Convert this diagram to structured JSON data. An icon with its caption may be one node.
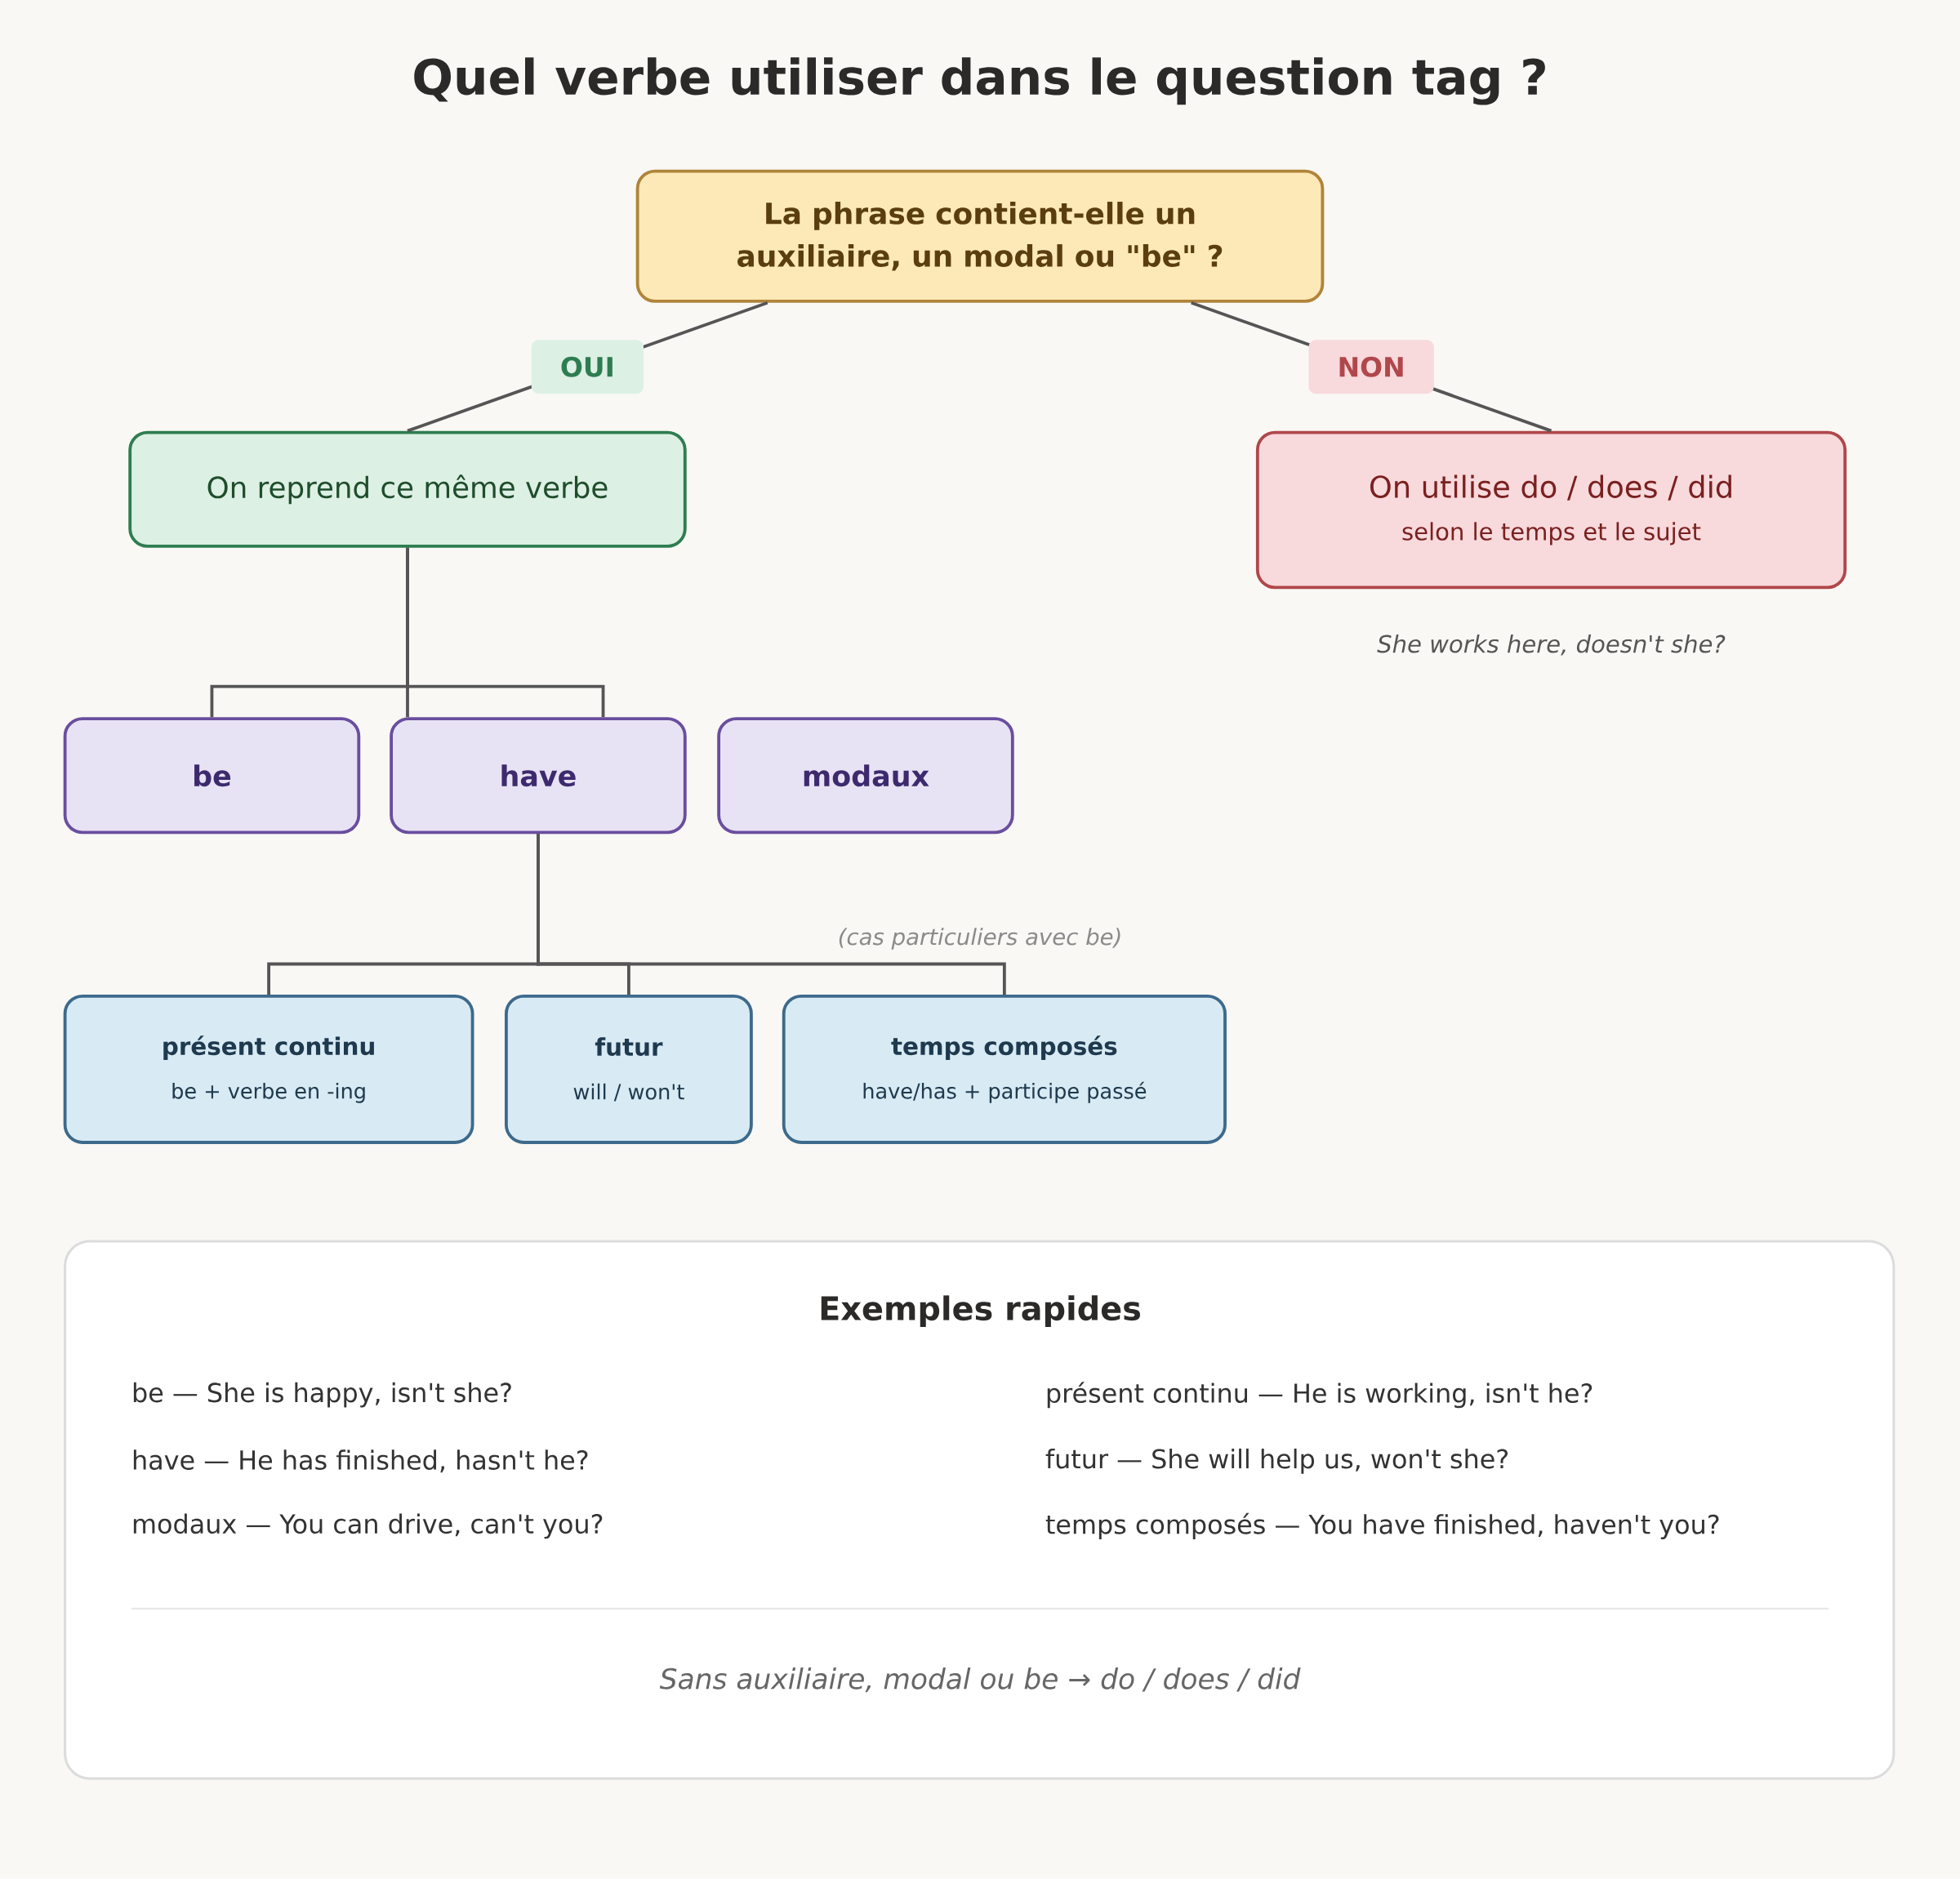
{
  "diagram": {
    "title": "Quel verbe utiliser dans le question tag ?",
    "nodes": [
      {
        "text": [
          "La phrase contient-elle un auxiliaire, un modal ou \"be\" ?"
        ]
      },
      {
        "text": [
          "On reprend ce même verbe"
        ]
      },
      {
        "text": [
          "On utilise do / does / did",
          "selon le temps et le sujet"
        ],
        "beside": [
          "She works here, doesn't she?"
        ]
      },
      {
        "text": [
          "be"
        ]
      },
      {
        "text": [
          "have"
        ]
      },
      {
        "text": [
          "modaux"
        ]
      },
      {
        "text": [
          "présent continu",
          "be + verbe en -ing"
        ]
      },
      {
        "text": [
          "futur",
          "will / won't"
        ]
      },
      {
        "text": [
          "temps composés",
          "have/has + participe passé"
        ]
      },
      {
        "text": [
          "Exemples rapides",
          "be — She is happy, isn't she?",
          "présent continu — He is working, isn't he?",
          "have — He has finished, hasn't he?",
          "futur — She will help us, won't she?",
          "modaux — You can drive, can't you?",
          "temps composés — You have finished, haven't you?",
          "Sans auxiliaire, modal ou be → do / does / did"
        ]
      }
    ],
    "edges": [
      {
        "from": 0,
        "to": 1,
        "arrow": "none",
        "label": "OUI"
      },
      {
        "from": 0,
        "to": 2,
        "arrow": "none",
        "label": "NON"
      },
      {
        "from": 1,
        "to": 3,
        "arrow": "none"
      },
      {
        "from": 1,
        "to": 4,
        "arrow": "none"
      },
      {
        "from": 1,
        "to": 4,
        "arrow": "none"
      },
      {
        "from": 4,
        "to": 6,
        "arrow": "none"
      },
      {
        "from": 4,
        "to": 7,
        "arrow": "none"
      },
      {
        "from": 4,
        "to": 8,
        "arrow": "none"
      }
    ],
    "labels": [
      "(cas particuliers avec be)"
    ]
  }
}
